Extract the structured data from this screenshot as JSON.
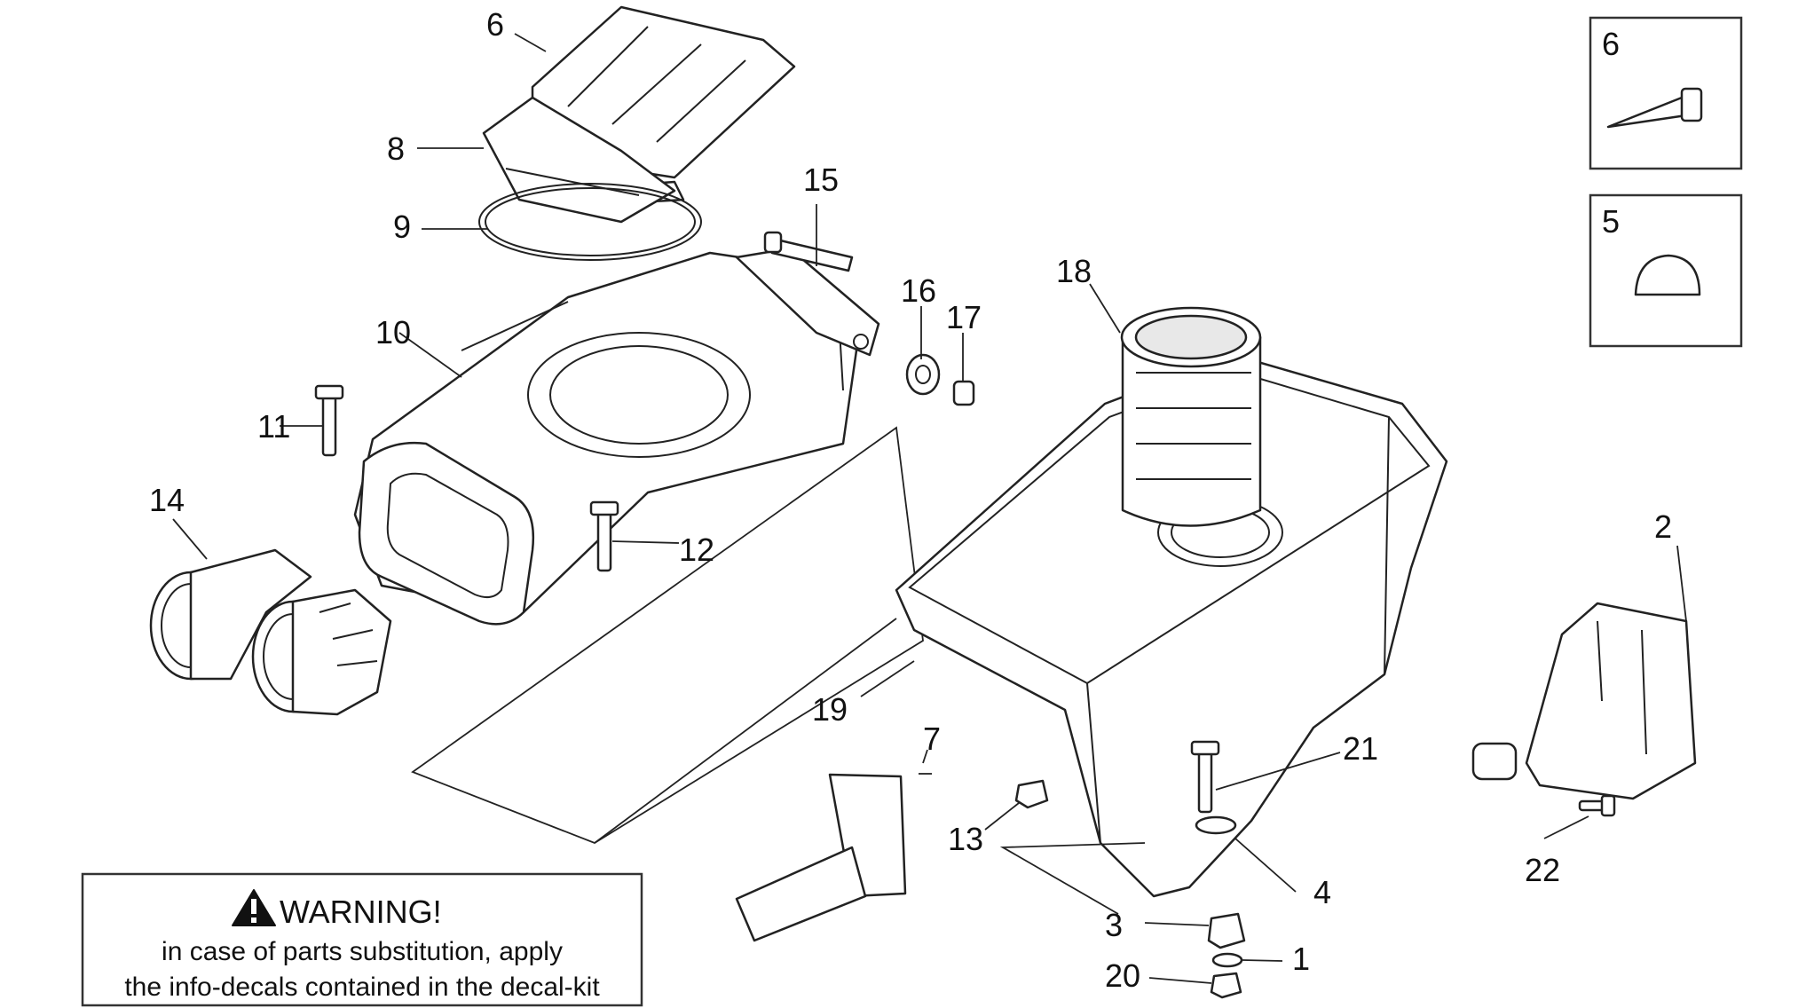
{
  "callouts": [
    "1",
    "2",
    "3",
    "4",
    "5",
    "6",
    "6",
    "7",
    "8",
    "9",
    "10",
    "11",
    "12",
    "13",
    "14",
    "15",
    "16",
    "17",
    "18",
    "19",
    "20",
    "21",
    "22"
  ],
  "warning": {
    "title": "WARNING!",
    "line1": "in case of parts substitution, apply",
    "line2": "the info-decals contained in the decal-kit"
  }
}
